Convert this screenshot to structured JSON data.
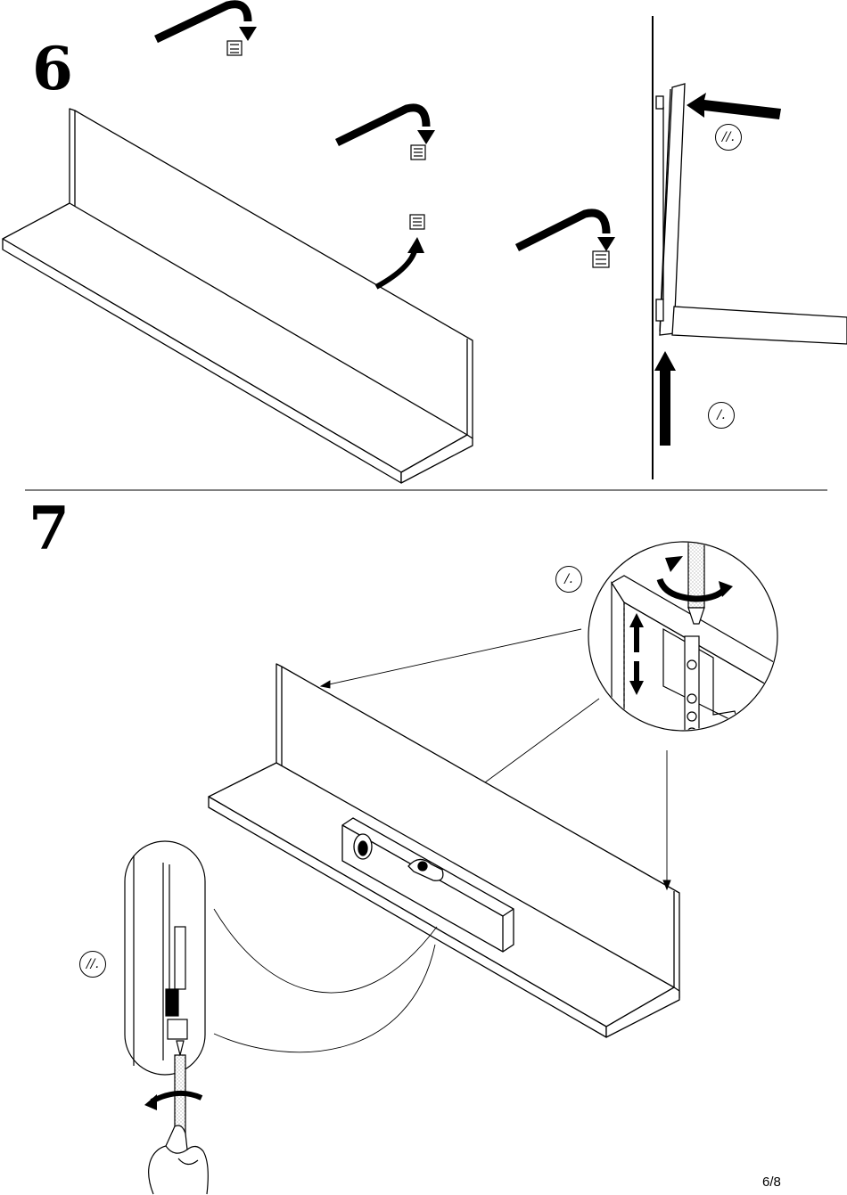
{
  "steps": [
    {
      "number": "6",
      "callouts": [
        "//.",
        "/."
      ]
    },
    {
      "number": "7",
      "callouts": [
        "/.",
        "//."
      ]
    }
  ],
  "page_number": "6/8",
  "colors": {
    "ink": "#000000",
    "paper": "#ffffff",
    "wood_hatch": "#bbbbbb"
  },
  "icons": [
    "arrow-icon",
    "mounting-bracket-icon",
    "screwdriver-icon",
    "spirit-level-icon",
    "rotation-arrow-icon",
    "hand-icon",
    "wall-icon"
  ]
}
